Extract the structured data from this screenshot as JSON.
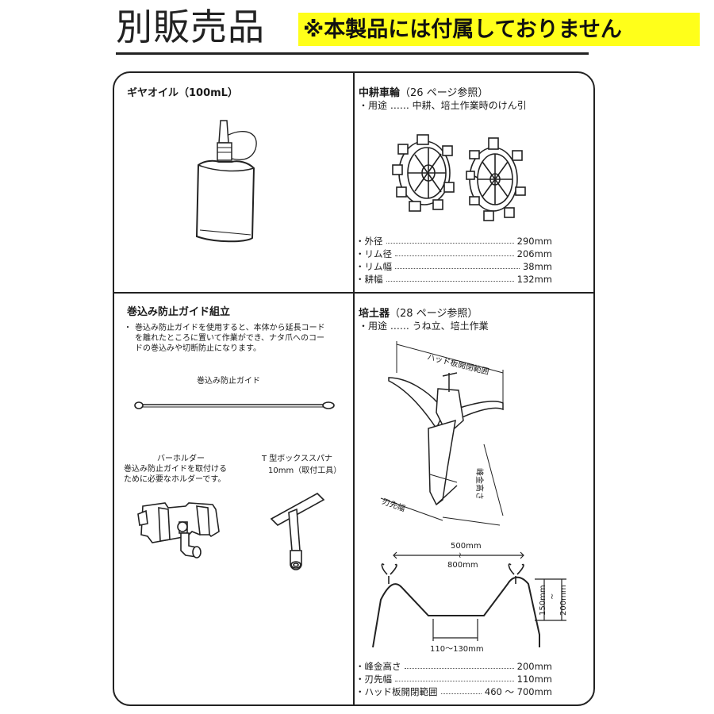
{
  "header": {
    "title": "別販売品",
    "banner": "※本製品には付属しておりません",
    "banner_color": "#ffff1a"
  },
  "gear_oil": {
    "title": "ギヤオイル（100mL）",
    "icon": "oil-bottle"
  },
  "cultivator_wheel": {
    "title": "中耕車輪",
    "ref": "（26 ページ参照）",
    "usage": "・用途 …… 中耕、培土作業時のけん引",
    "icon": "spiked-wheels",
    "specs": [
      {
        "label": "・外径",
        "value": "290mm"
      },
      {
        "label": "・リム径",
        "value": "206mm"
      },
      {
        "label": "・リム幅",
        "value": "38mm"
      },
      {
        "label": "・耕幅",
        "value": "132mm"
      }
    ]
  },
  "guide": {
    "title": "巻込み防止ガイド組立",
    "bullet": "・",
    "desc": [
      "巻込み防止ガイドを使用すると、本体から延長コード",
      "を離れたところに置いて作業ができ、ナタ爪へのコー",
      "ドの巻込みや切断防止になります。"
    ],
    "guide_label": "巻込み防止ガイド",
    "holder_title": "バーホルダー",
    "holder_desc": [
      "巻込み防止ガイドを取付ける",
      "ために必要なホルダーです。"
    ],
    "wrench_title": "T 型ボックススパナ",
    "wrench_desc": "10mm（取付工具）",
    "icons": [
      "guide-rod",
      "bar-holder",
      "t-box-wrench"
    ]
  },
  "ridger": {
    "title": "培土器",
    "ref": "（28 ページ参照）",
    "usage": "・用途 …… うね立、培土作業",
    "label_wing": "ハッド板開閉範囲",
    "label_height": "峰金高さ",
    "label_edge": "刃先幅",
    "dim_top_1": "500mm",
    "dim_top_sep": "≀",
    "dim_top_2": "800mm",
    "dim_h_1": "150mm",
    "dim_h_sep": "≀",
    "dim_h_2": "200mm",
    "dim_bottom": "110〜130mm",
    "specs": [
      {
        "label": "・峰金高さ",
        "value": "200mm"
      },
      {
        "label": "・刃先幅",
        "value": "110mm"
      },
      {
        "label": "・ハッド板開閉範囲",
        "value": "460 〜 700mm"
      }
    ],
    "icons": [
      "ridger-tool",
      "ridge-profile"
    ]
  }
}
